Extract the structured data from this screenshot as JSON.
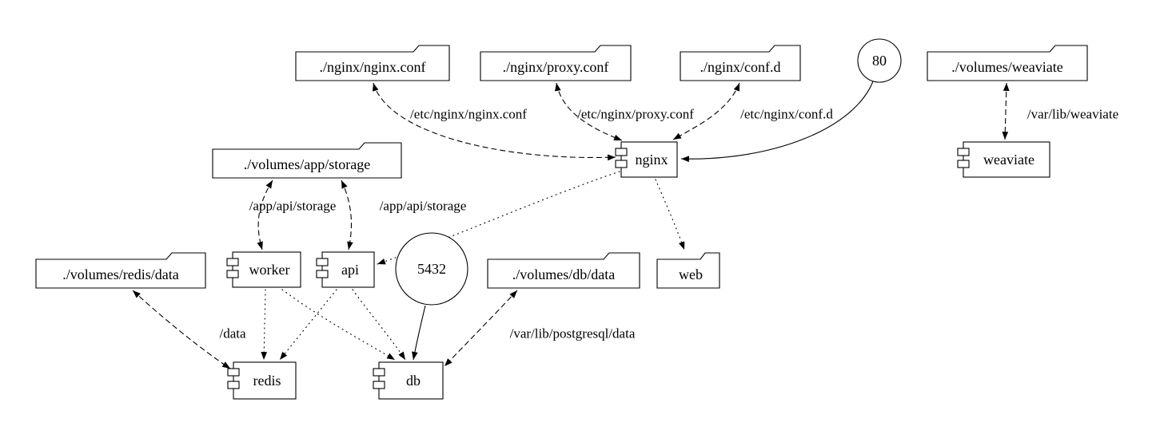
{
  "diagram": {
    "colors": {
      "stroke": "#000000",
      "background": "#ffffff"
    },
    "nodes": {
      "nginx_conf": {
        "label": "./nginx/nginx.conf",
        "type": "folder"
      },
      "proxy_conf": {
        "label": "./nginx/proxy.conf",
        "type": "folder"
      },
      "conf_d": {
        "label": "./nginx/conf.d",
        "type": "folder"
      },
      "port_80": {
        "label": "80",
        "type": "port"
      },
      "volumes_weaviate": {
        "label": "./volumes/weaviate",
        "type": "folder"
      },
      "volumes_app_storage": {
        "label": "./volumes/app/storage",
        "type": "folder"
      },
      "nginx": {
        "label": "nginx",
        "type": "component"
      },
      "weaviate": {
        "label": "weaviate",
        "type": "component"
      },
      "volumes_redis_data": {
        "label": "./volumes/redis/data",
        "type": "folder"
      },
      "worker": {
        "label": "worker",
        "type": "component"
      },
      "api": {
        "label": "api",
        "type": "component"
      },
      "port_5432": {
        "label": "5432",
        "type": "port"
      },
      "volumes_db_data": {
        "label": "./volumes/db/data",
        "type": "folder"
      },
      "web": {
        "label": "web",
        "type": "folder"
      },
      "redis": {
        "label": "redis",
        "type": "component"
      },
      "db": {
        "label": "db",
        "type": "component"
      }
    },
    "edge_labels": {
      "etc_nginx_conf": "/etc/nginx/nginx.conf",
      "etc_proxy_conf": "/etc/nginx/proxy.conf",
      "etc_conf_d": "/etc/nginx/conf.d",
      "var_lib_weaviate": "/var/lib/weaviate",
      "app_api_storage_left": "/app/api/storage",
      "app_api_storage_right": "/app/api/storage",
      "data": "/data",
      "var_lib_postgresql": "/var/lib/postgresql/data"
    }
  }
}
